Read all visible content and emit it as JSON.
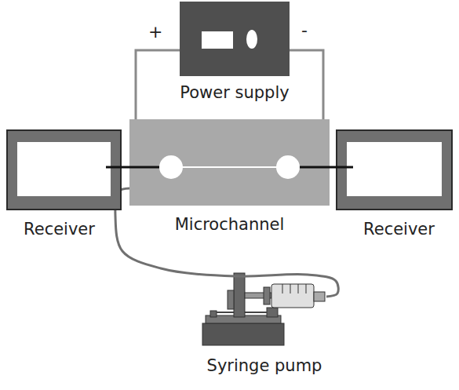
{
  "diagram": {
    "nodes": [
      {
        "text": [
          "Power supply"
        ]
      },
      {
        "text": [
          "Receiver"
        ]
      },
      {
        "text": [
          "Microchannel"
        ]
      },
      {
        "text": [
          "Receiver"
        ]
      },
      {
        "text": [
          "Syringe pump"
        ]
      }
    ],
    "edges": [
      {
        "from": 0,
        "to": 2,
        "arrow": "none"
      },
      {
        "from": 0,
        "to": 2,
        "arrow": "none"
      },
      {
        "from": 1,
        "to": 2,
        "arrow": "none"
      },
      {
        "from": 2,
        "to": 3,
        "arrow": "none"
      },
      {
        "from": 4,
        "to": 2,
        "arrow": "none"
      }
    ],
    "labels": [
      "+",
      "-"
    ]
  }
}
